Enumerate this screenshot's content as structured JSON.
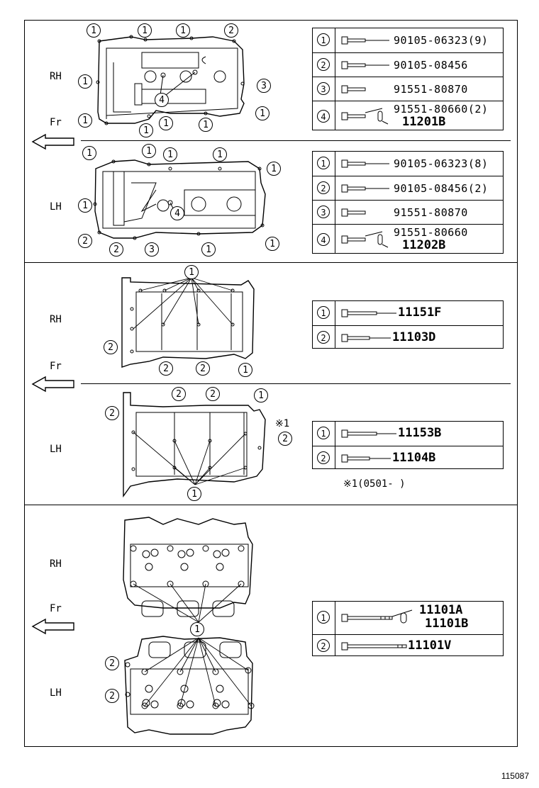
{
  "sections": [
    {
      "id": "cover",
      "rh_label": "RH",
      "lh_label": "LH",
      "fr_label": "Fr",
      "rh_table": [
        {
          "num": "1",
          "part": "90105-06323(9)"
        },
        {
          "num": "2",
          "part": "90105-08456"
        },
        {
          "num": "3",
          "part": "91551-80870"
        },
        {
          "num": "4",
          "part": "91551-80660(2)",
          "part2": "11201B"
        }
      ],
      "lh_table": [
        {
          "num": "1",
          "part": "90105-06323(8)"
        },
        {
          "num": "2",
          "part": "90105-08456(2)"
        },
        {
          "num": "3",
          "part": "91551-80870"
        },
        {
          "num": "4",
          "part": "91551-80660",
          "part2": "11202B"
        }
      ]
    },
    {
      "id": "crankcase",
      "rh_label": "RH",
      "lh_label": "LH",
      "fr_label": "Fr",
      "rh_table": [
        {
          "num": "1",
          "part": "11151F"
        },
        {
          "num": "2",
          "part": "11103D"
        }
      ],
      "lh_table": [
        {
          "num": "1",
          "part": "11153B"
        },
        {
          "num": "2",
          "part": "11104B"
        }
      ],
      "note_mark": "※1",
      "note": "※1(0501-      )"
    },
    {
      "id": "head",
      "rh_label": "RH",
      "lh_label": "LH",
      "fr_label": "Fr",
      "table": [
        {
          "num": "1",
          "part": "11101A",
          "part2": "11101B"
        },
        {
          "num": "2",
          "part": "11101V"
        }
      ]
    }
  ],
  "callouts": {
    "one": "1",
    "two": "2",
    "three": "3",
    "four": "4"
  },
  "diagram_code": "115087"
}
